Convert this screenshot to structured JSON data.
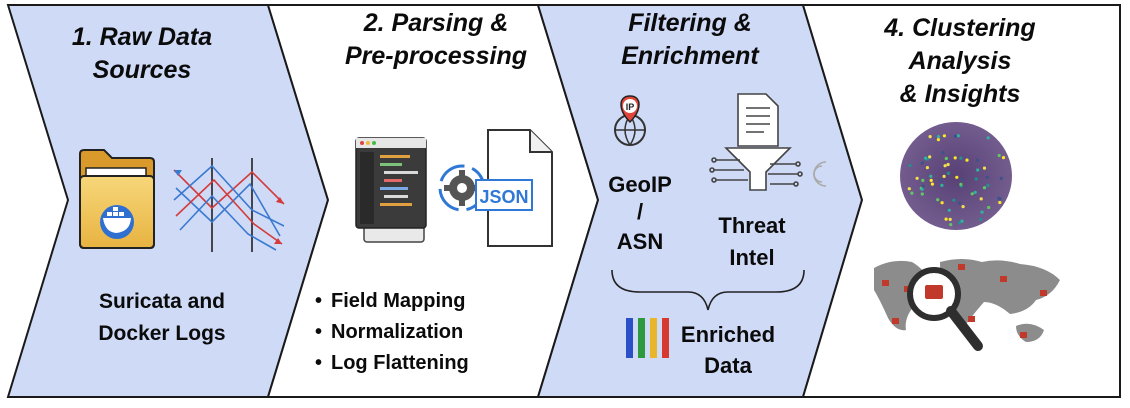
{
  "stages": [
    {
      "title_lines": [
        "1. Raw Data",
        "Sources"
      ],
      "caption_lines": [
        "Suricata and",
        "Docker Logs"
      ]
    },
    {
      "title_lines": [
        "2. Parsing &",
        "Pre-processing"
      ],
      "icon_text": "JSON",
      "bullets": [
        "Field Mapping",
        "Normalization",
        "Log Flattening"
      ]
    },
    {
      "title_lines": [
        "Filtering &",
        "Enrichment"
      ],
      "ip_badge": "IP",
      "geoip_lines": [
        "GeoIP",
        "/",
        "ASN"
      ],
      "threat_lines": [
        "Threat",
        "Intel"
      ],
      "enriched_lines": [
        "Enriched",
        "Data"
      ]
    },
    {
      "title_lines": [
        "4. Clustering",
        "Analysis",
        "& Insights"
      ]
    }
  ],
  "colors": {
    "panel_blue": "#cfdaf6",
    "panel_white": "#ffffff",
    "outline": "#1a1a1a",
    "bar_blue": "#2b4fc7",
    "bar_green": "#2e9a3e",
    "bar_yellow": "#e9b52a",
    "bar_red": "#d63a2e"
  },
  "icons": [
    "folder-docker-icon",
    "network-lines-icon",
    "editor-window-icon",
    "gear-sync-icon",
    "json-file-icon",
    "ip-globe-pin-icon",
    "filter-funnel-icon",
    "cluster-scatter-icon",
    "world-map-magnifier-icon"
  ]
}
